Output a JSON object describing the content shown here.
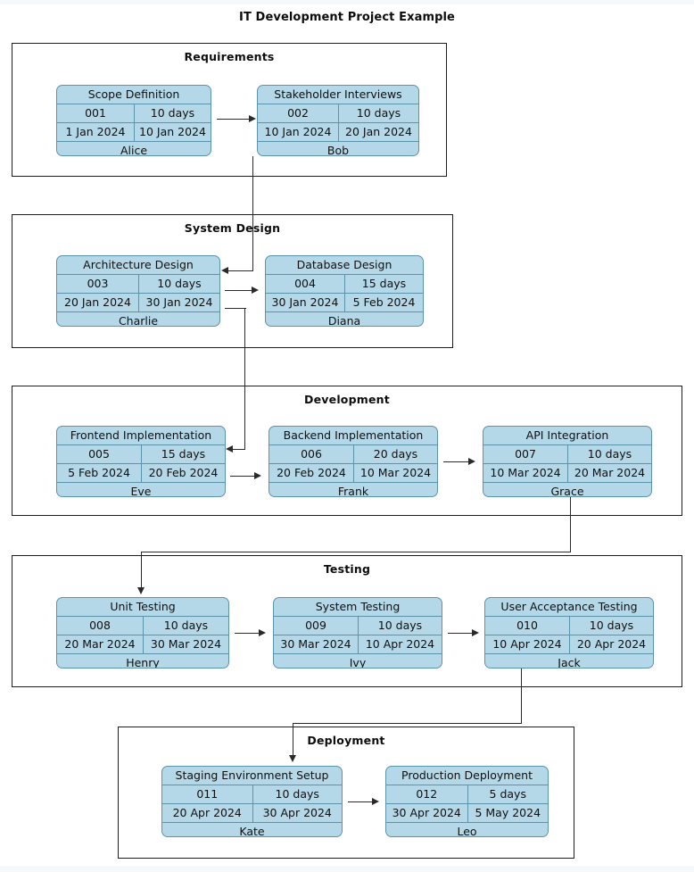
{
  "title": "IT Development Project Example",
  "theme": {
    "page_background": "#f7f8fa",
    "canvas_background": "#ffffff",
    "node_fill": "#b5d8e8",
    "node_border": "#5b93ab",
    "cluster_border": "#1c1c1c",
    "edge_color": "#2a2a2a",
    "text_color": "#101010"
  },
  "clusters": [
    {
      "id": "requirements",
      "label": "Requirements",
      "tasks": [
        {
          "id": "scope-definition",
          "name": "Scope Definition",
          "code": "001",
          "duration": "10 days",
          "start": "1 Jan 2024",
          "end": "10 Jan 2024",
          "owner": "Alice"
        },
        {
          "id": "stakeholder-interviews",
          "name": "Stakeholder Interviews",
          "code": "002",
          "duration": "10 days",
          "start": "10 Jan 2024",
          "end": "20 Jan 2024",
          "owner": "Bob"
        }
      ]
    },
    {
      "id": "system-design",
      "label": "System Design",
      "tasks": [
        {
          "id": "architecture-design",
          "name": "Architecture Design",
          "code": "003",
          "duration": "10 days",
          "start": "20 Jan 2024",
          "end": "30 Jan 2024",
          "owner": "Charlie"
        },
        {
          "id": "database-design",
          "name": "Database Design",
          "code": "004",
          "duration": "15 days",
          "start": "30 Jan 2024",
          "end": "5 Feb 2024",
          "owner": "Diana"
        }
      ]
    },
    {
      "id": "development",
      "label": "Development",
      "tasks": [
        {
          "id": "frontend-implementation",
          "name": "Frontend Implementation",
          "code": "005",
          "duration": "15 days",
          "start": "5 Feb 2024",
          "end": "20 Feb 2024",
          "owner": "Eve"
        },
        {
          "id": "backend-implementation",
          "name": "Backend Implementation",
          "code": "006",
          "duration": "20 days",
          "start": "20 Feb 2024",
          "end": "10 Mar 2024",
          "owner": "Frank"
        },
        {
          "id": "api-integration",
          "name": "API Integration",
          "code": "007",
          "duration": "10 days",
          "start": "10 Mar 2024",
          "end": "20 Mar 2024",
          "owner": "Grace"
        }
      ]
    },
    {
      "id": "testing",
      "label": "Testing",
      "tasks": [
        {
          "id": "unit-testing",
          "name": "Unit Testing",
          "code": "008",
          "duration": "10 days",
          "start": "20 Mar 2024",
          "end": "30 Mar 2024",
          "owner": "Henry"
        },
        {
          "id": "system-testing",
          "name": "System Testing",
          "code": "009",
          "duration": "10 days",
          "start": "30 Mar 2024",
          "end": "10 Apr 2024",
          "owner": "Ivy"
        },
        {
          "id": "user-acceptance-testing",
          "name": "User Acceptance Testing",
          "code": "010",
          "duration": "10 days",
          "start": "10 Apr 2024",
          "end": "20 Apr 2024",
          "owner": "Jack"
        }
      ]
    },
    {
      "id": "deployment",
      "label": "Deployment",
      "tasks": [
        {
          "id": "staging-environment-setup",
          "name": "Staging Environment Setup",
          "code": "011",
          "duration": "10 days",
          "start": "20 Apr 2024",
          "end": "30 Apr 2024",
          "owner": "Kate"
        },
        {
          "id": "production-deployment",
          "name": "Production Deployment",
          "code": "012",
          "duration": "5 days",
          "start": "30 Apr 2024",
          "end": "5 May 2024",
          "owner": "Leo"
        }
      ]
    }
  ],
  "edges": [
    {
      "from": "scope-definition",
      "to": "stakeholder-interviews"
    },
    {
      "from": "stakeholder-interviews",
      "to": "architecture-design"
    },
    {
      "from": "architecture-design",
      "to": "database-design"
    },
    {
      "from": "architecture-design",
      "to": "frontend-implementation"
    },
    {
      "from": "frontend-implementation",
      "to": "backend-implementation"
    },
    {
      "from": "backend-implementation",
      "to": "api-integration"
    },
    {
      "from": "api-integration",
      "to": "unit-testing"
    },
    {
      "from": "unit-testing",
      "to": "system-testing"
    },
    {
      "from": "system-testing",
      "to": "user-acceptance-testing"
    },
    {
      "from": "user-acceptance-testing",
      "to": "staging-environment-setup"
    },
    {
      "from": "staging-environment-setup",
      "to": "production-deployment"
    }
  ]
}
